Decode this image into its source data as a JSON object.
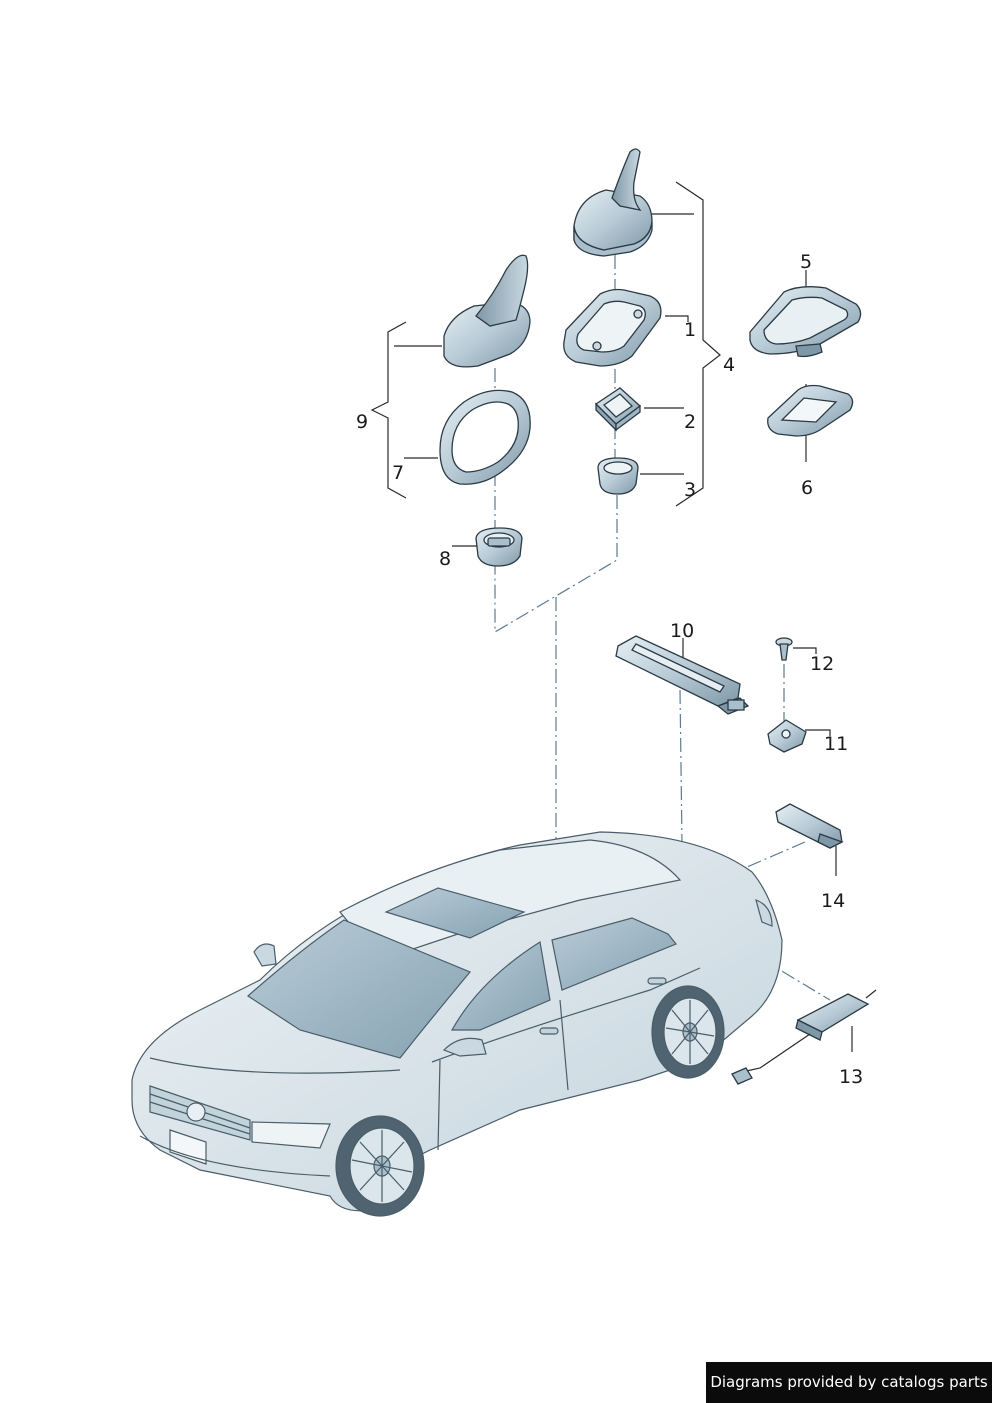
{
  "callouts": [
    {
      "id": "1",
      "text": "1"
    },
    {
      "id": "2",
      "text": "2"
    },
    {
      "id": "3",
      "text": "3"
    },
    {
      "id": "4",
      "text": "4"
    },
    {
      "id": "5",
      "text": "5"
    },
    {
      "id": "6",
      "text": "6"
    },
    {
      "id": "7",
      "text": "7"
    },
    {
      "id": "8",
      "text": "8"
    },
    {
      "id": "9",
      "text": "9"
    },
    {
      "id": "10",
      "text": "10"
    },
    {
      "id": "11",
      "text": "11"
    },
    {
      "id": "12",
      "text": "12"
    },
    {
      "id": "13",
      "text": "13"
    },
    {
      "id": "14",
      "text": "14"
    }
  ],
  "credit": "Diagrams provided by catalogs parts",
  "colors": {
    "part_light": "#c9d8e1",
    "part_mid": "#a9bfcc",
    "part_dark": "#7f98a7",
    "car_body": "#dbe6ec",
    "car_glass": "#9db6c4",
    "leader_line": "#2a2a2a",
    "dash_line": "#5c7c90"
  }
}
